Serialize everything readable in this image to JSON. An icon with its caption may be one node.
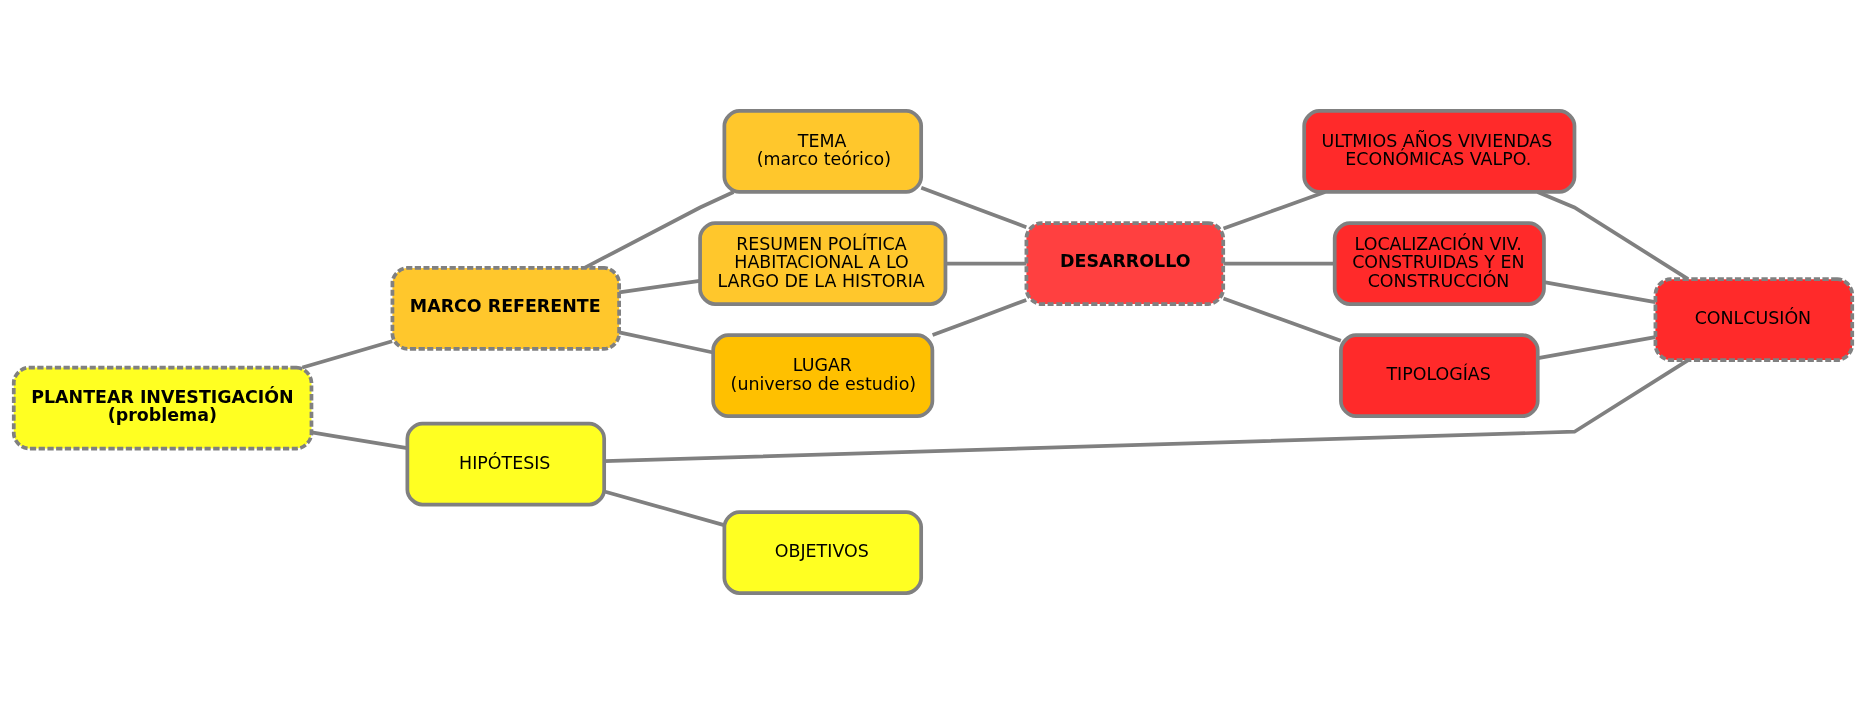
{
  "diagram": {
    "nodes": [
      {
        "text": [
          "PLANTEAR INVESTIGACIÓN",
          "(problema)"
        ]
      },
      {
        "text": [
          "MARCO REFERENTE"
        ]
      },
      {
        "text": [
          "TEMA",
          "(marco teórico)"
        ]
      },
      {
        "text": [
          "RESUMEN POLÍTICA HABITACIONAL A LO LARGO DE LA HISTORIA"
        ]
      },
      {
        "text": [
          "LUGAR",
          "(universo de estudio)"
        ]
      },
      {
        "text": [
          "DESARROLLO"
        ]
      },
      {
        "text": [
          "ULTMIOS AÑOS VIVIENDAS ECONÓMICAS VALPO."
        ]
      },
      {
        "text": [
          "LOCALIZACIÓN VIV. CONSTRUIDAS Y EN CONSTRUCCIÓN"
        ]
      },
      {
        "text": [
          "TIPOLOGÍAS"
        ]
      },
      {
        "text": [
          "CONLCUSIÓN"
        ]
      },
      {
        "text": [
          "HIPÓTESIS"
        ]
      },
      {
        "text": [
          "OBJETIVOS"
        ]
      }
    ],
    "edges": [
      {
        "from": 0,
        "to": 1,
        "arrow": "none"
      },
      {
        "from": 1,
        "to": 2,
        "arrow": "none"
      },
      {
        "from": 1,
        "to": 3,
        "arrow": "none"
      },
      {
        "from": 1,
        "to": 4,
        "arrow": "none"
      },
      {
        "from": 2,
        "to": 5,
        "arrow": "none"
      },
      {
        "from": 3,
        "to": 5,
        "arrow": "none"
      },
      {
        "from": 4,
        "to": 5,
        "arrow": "none"
      },
      {
        "from": 5,
        "to": 6,
        "arrow": "none"
      },
      {
        "from": 5,
        "to": 7,
        "arrow": "none"
      },
      {
        "from": 5,
        "to": 8,
        "arrow": "none"
      },
      {
        "from": 6,
        "to": 9,
        "arrow": "none"
      },
      {
        "from": 7,
        "to": 9,
        "arrow": "none"
      },
      {
        "from": 8,
        "to": 9,
        "arrow": "none"
      },
      {
        "from": 0,
        "to": 10,
        "arrow": "none"
      },
      {
        "from": 10,
        "to": 9,
        "arrow": "none"
      },
      {
        "from": 10,
        "to": 11,
        "arrow": "none"
      }
    ]
  }
}
